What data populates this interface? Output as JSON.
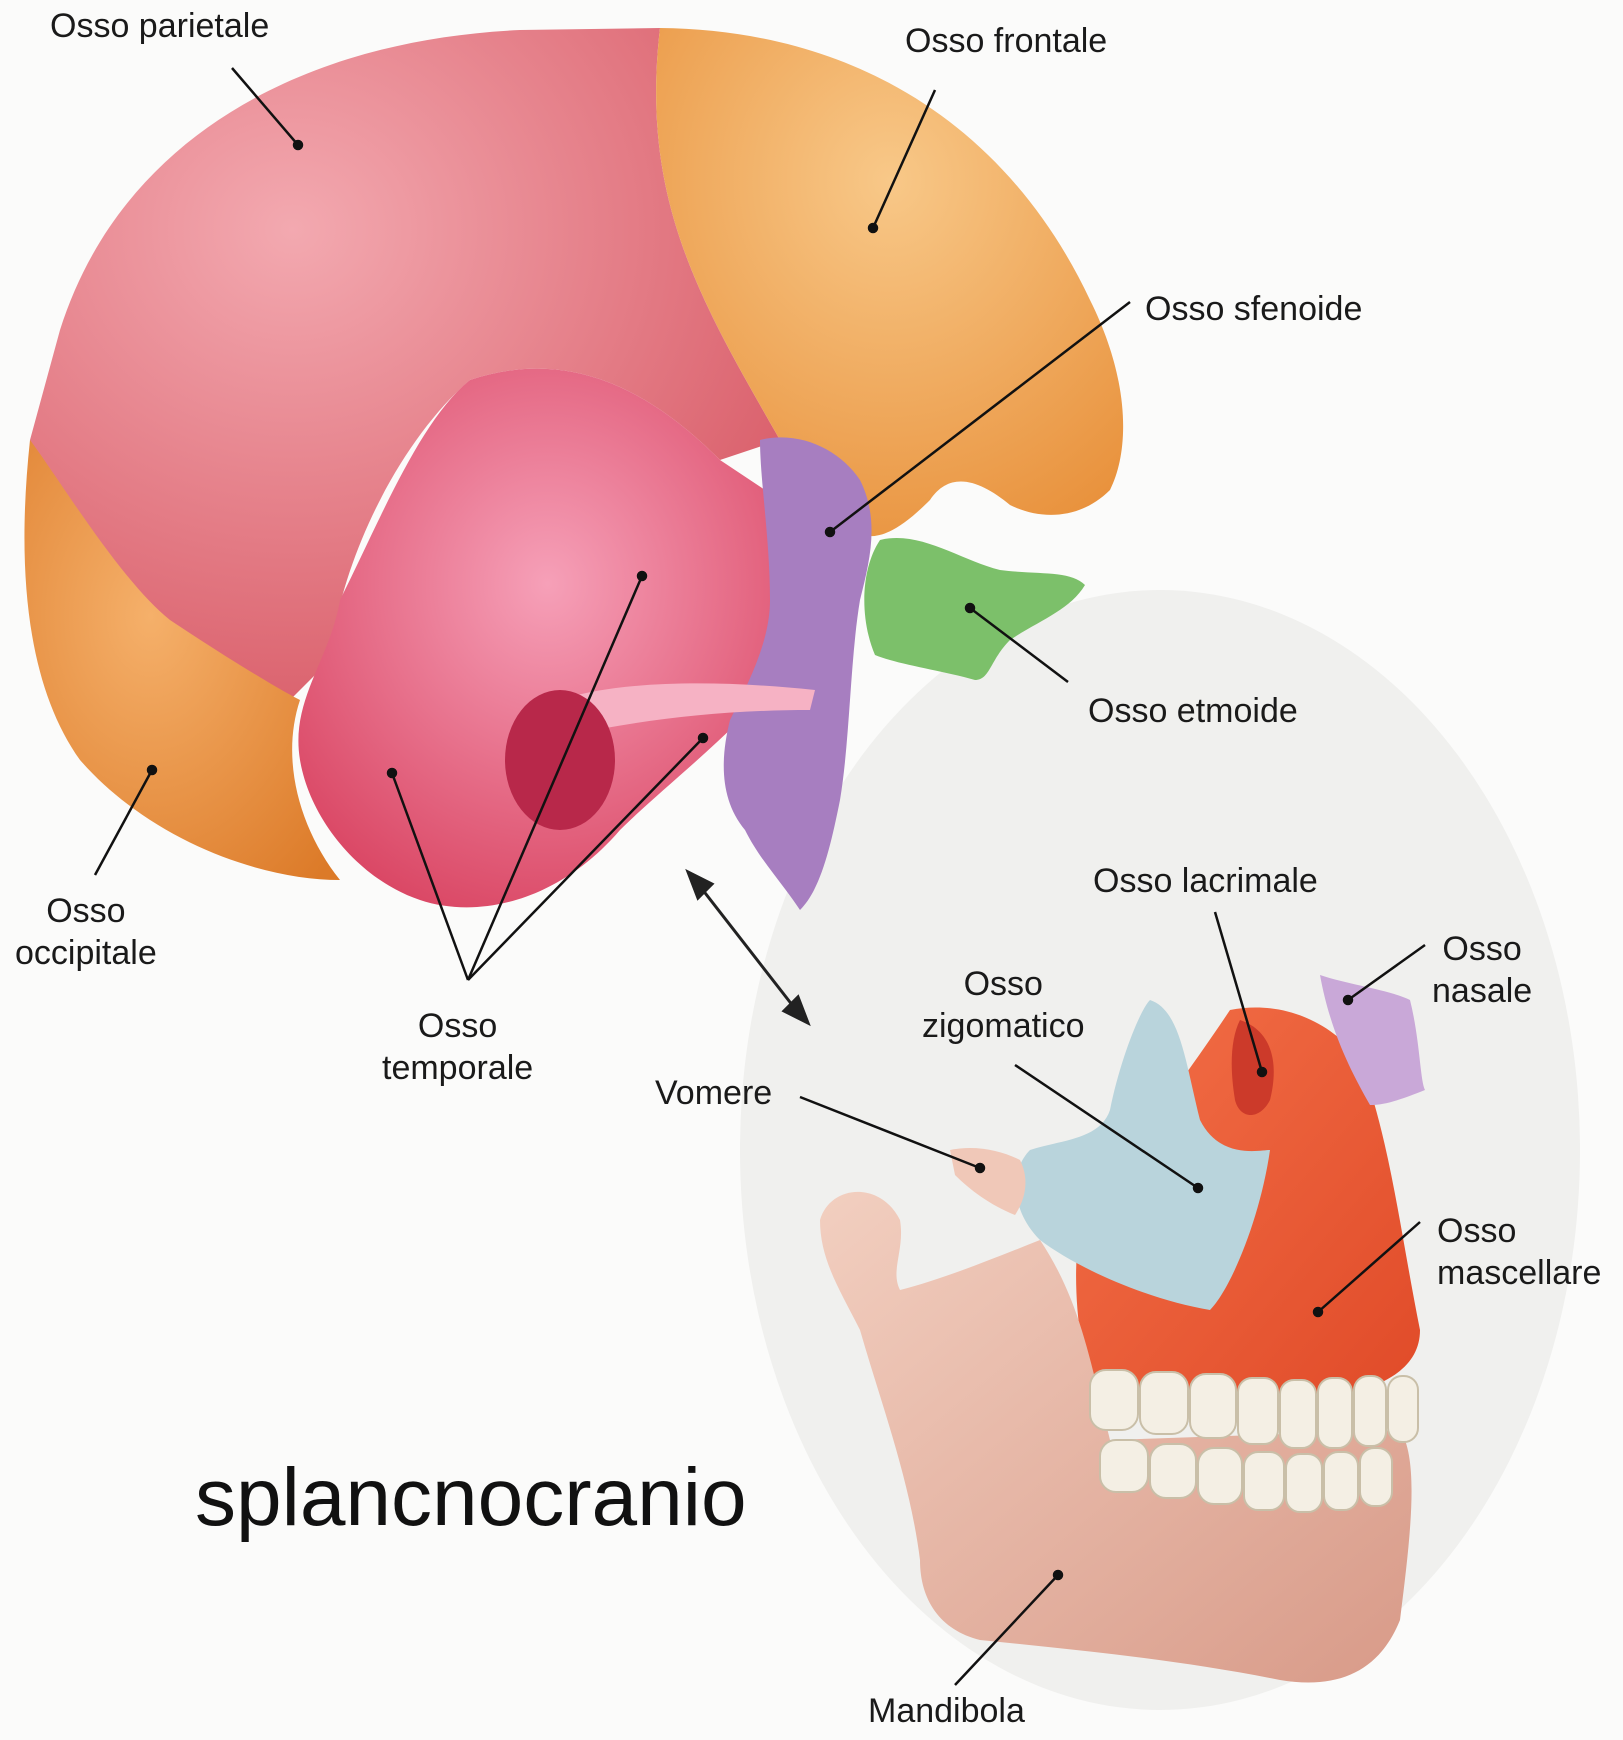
{
  "title": "splancnocranio",
  "labels": {
    "parietale": "Osso parietale",
    "frontale": "Osso frontale",
    "sfenoide": "Osso sfenoide",
    "etmoide": "Osso etmoide",
    "occipitale": "Osso\noccipitale",
    "temporale": "Osso\ntemporale",
    "lacrimale": "Osso lacrimale",
    "nasale": "Osso\nnasale",
    "zigomatico": "Osso\nzigomatico",
    "vomere": "Vomere",
    "mascellare": "Osso\nmascellare",
    "mandibola": "Mandibola"
  },
  "colors": {
    "parietale": "#e8707a",
    "frontale": "#f2a860",
    "occipitale": "#ee9a48",
    "temporale": "#e2506e",
    "sfenoide": "#a77ec0",
    "etmoide": "#7cc06a",
    "zigomatico": "#b9d4dc",
    "mascellare": "#ef5a3a",
    "nasale": "#c9a8d8",
    "vomere": "#f0c8b8",
    "mandibola": "#eab8a8",
    "teeth": "#f4efe4"
  }
}
